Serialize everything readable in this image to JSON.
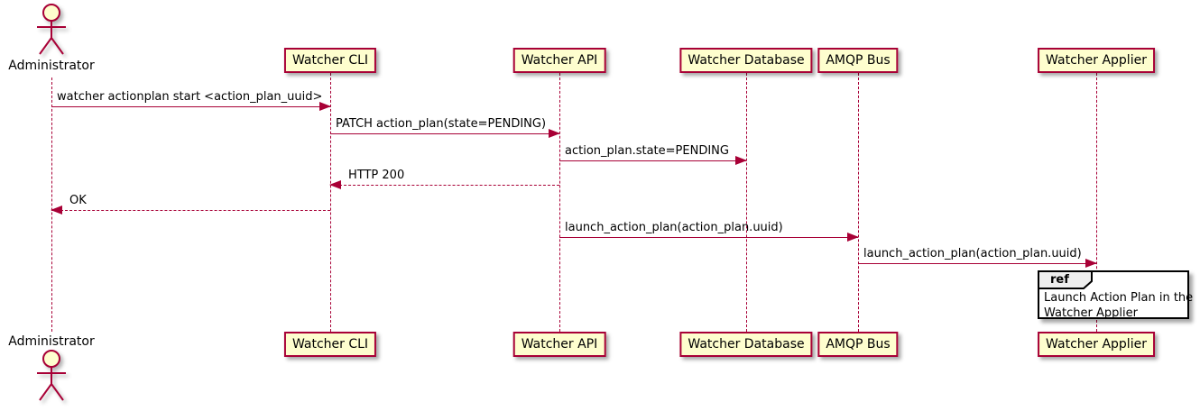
{
  "actor": {
    "label": "Administrator"
  },
  "participants": [
    {
      "label": "Watcher CLI"
    },
    {
      "label": "Watcher API"
    },
    {
      "label": "Watcher Database"
    },
    {
      "label": "AMQP Bus"
    },
    {
      "label": "Watcher Applier"
    }
  ],
  "messages": [
    {
      "label": "watcher actionplan start <action_plan_uuid>",
      "from": "Administrator",
      "to": "Watcher CLI",
      "line": "solid",
      "direction": "right"
    },
    {
      "label": "PATCH action_plan(state=PENDING)",
      "from": "Watcher CLI",
      "to": "Watcher API",
      "line": "solid",
      "direction": "right"
    },
    {
      "label": "action_plan.state=PENDING",
      "from": "Watcher API",
      "to": "Watcher Database",
      "line": "solid",
      "direction": "right"
    },
    {
      "label": "HTTP 200",
      "from": "Watcher API",
      "to": "Watcher CLI",
      "line": "dashed",
      "direction": "left"
    },
    {
      "label": "OK",
      "from": "Watcher CLI",
      "to": "Administrator",
      "line": "dashed",
      "direction": "left"
    },
    {
      "label": "launch_action_plan(action_plan.uuid)",
      "from": "Watcher API",
      "to": "AMQP Bus",
      "line": "solid",
      "direction": "right"
    },
    {
      "label": "launch_action_plan(action_plan.uuid)",
      "from": "AMQP Bus",
      "to": "Watcher Applier",
      "line": "solid",
      "direction": "right"
    }
  ],
  "ref_fragment": {
    "keyword": "ref",
    "lines": [
      "Launch Action Plan in the",
      "Watcher Applier"
    ]
  },
  "colors": {
    "accent": "#A80036",
    "participant_fill": "#FEFECE",
    "ref_header_fill": "#EEEEEE",
    "text": "#000000"
  }
}
